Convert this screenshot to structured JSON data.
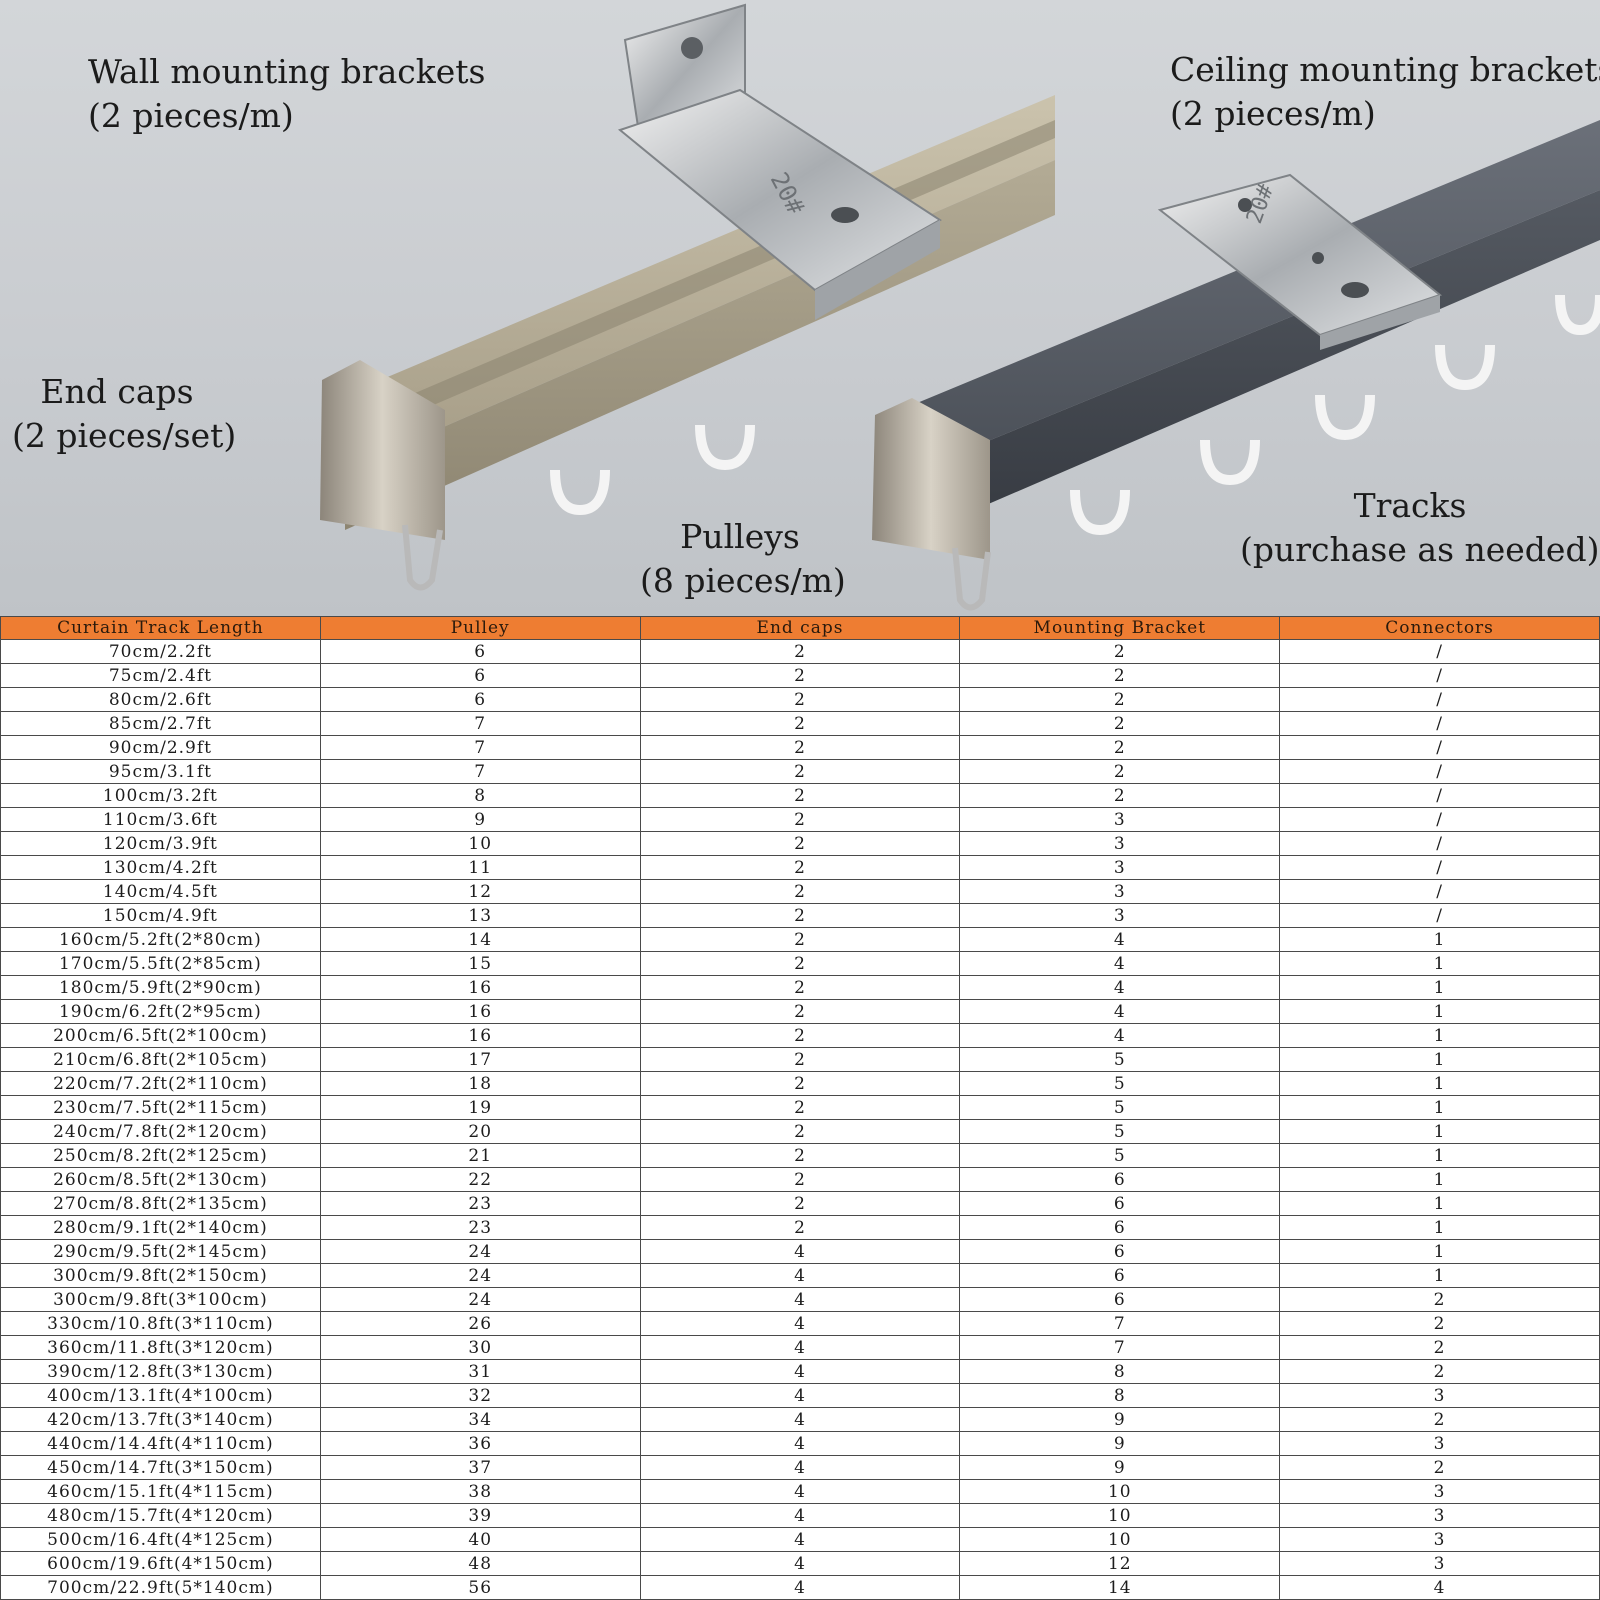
{
  "labels": {
    "wall": {
      "title": "Wall mounting brackets",
      "qty": "(2 pieces/m)"
    },
    "ceiling": {
      "title": "Ceiling mounting brackets",
      "qty": "(2 pieces/m)"
    },
    "endcaps": {
      "title": "End caps",
      "qty": "(2 pieces/set)"
    },
    "pulleys": {
      "title": "Pulleys",
      "qty": "(8 pieces/m)"
    },
    "tracks": {
      "title": "Tracks",
      "qty": "(purchase as needed)"
    }
  },
  "bracket_stamp": "20#",
  "colors": {
    "header_bg": "#ee7d32",
    "track_champagne": "#a59c86",
    "track_grey": "#4a4f57"
  },
  "table": {
    "headers": [
      "Curtain Track Length",
      "Pulley",
      "End caps",
      "Mounting Bracket",
      "Connectors"
    ],
    "rows": [
      [
        "70cm/2.2ft",
        "6",
        "2",
        "2",
        "/"
      ],
      [
        "75cm/2.4ft",
        "6",
        "2",
        "2",
        "/"
      ],
      [
        "80cm/2.6ft",
        "6",
        "2",
        "2",
        "/"
      ],
      [
        "85cm/2.7ft",
        "7",
        "2",
        "2",
        "/"
      ],
      [
        "90cm/2.9ft",
        "7",
        "2",
        "2",
        "/"
      ],
      [
        "95cm/3.1ft",
        "7",
        "2",
        "2",
        "/"
      ],
      [
        "100cm/3.2ft",
        "8",
        "2",
        "2",
        "/"
      ],
      [
        "110cm/3.6ft",
        "9",
        "2",
        "3",
        "/"
      ],
      [
        "120cm/3.9ft",
        "10",
        "2",
        "3",
        "/"
      ],
      [
        "130cm/4.2ft",
        "11",
        "2",
        "3",
        "/"
      ],
      [
        "140cm/4.5ft",
        "12",
        "2",
        "3",
        "/"
      ],
      [
        "150cm/4.9ft",
        "13",
        "2",
        "3",
        "/"
      ],
      [
        "160cm/5.2ft(2*80cm)",
        "14",
        "2",
        "4",
        "1"
      ],
      [
        "170cm/5.5ft(2*85cm)",
        "15",
        "2",
        "4",
        "1"
      ],
      [
        "180cm/5.9ft(2*90cm)",
        "16",
        "2",
        "4",
        "1"
      ],
      [
        "190cm/6.2ft(2*95cm)",
        "16",
        "2",
        "4",
        "1"
      ],
      [
        "200cm/6.5ft(2*100cm)",
        "16",
        "2",
        "4",
        "1"
      ],
      [
        "210cm/6.8ft(2*105cm)",
        "17",
        "2",
        "5",
        "1"
      ],
      [
        "220cm/7.2ft(2*110cm)",
        "18",
        "2",
        "5",
        "1"
      ],
      [
        "230cm/7.5ft(2*115cm)",
        "19",
        "2",
        "5",
        "1"
      ],
      [
        "240cm/7.8ft(2*120cm)",
        "20",
        "2",
        "5",
        "1"
      ],
      [
        "250cm/8.2ft(2*125cm)",
        "21",
        "2",
        "5",
        "1"
      ],
      [
        "260cm/8.5ft(2*130cm)",
        "22",
        "2",
        "6",
        "1"
      ],
      [
        "270cm/8.8ft(2*135cm)",
        "23",
        "2",
        "6",
        "1"
      ],
      [
        "280cm/9.1ft(2*140cm)",
        "23",
        "2",
        "6",
        "1"
      ],
      [
        "290cm/9.5ft(2*145cm)",
        "24",
        "4",
        "6",
        "1"
      ],
      [
        "300cm/9.8ft(2*150cm)",
        "24",
        "4",
        "6",
        "1"
      ],
      [
        "300cm/9.8ft(3*100cm)",
        "24",
        "4",
        "6",
        "2"
      ],
      [
        "330cm/10.8ft(3*110cm)",
        "26",
        "4",
        "7",
        "2"
      ],
      [
        "360cm/11.8ft(3*120cm)",
        "30",
        "4",
        "7",
        "2"
      ],
      [
        "390cm/12.8ft(3*130cm)",
        "31",
        "4",
        "8",
        "2"
      ],
      [
        "400cm/13.1ft(4*100cm)",
        "32",
        "4",
        "8",
        "3"
      ],
      [
        "420cm/13.7ft(3*140cm)",
        "34",
        "4",
        "9",
        "2"
      ],
      [
        "440cm/14.4ft(4*110cm)",
        "36",
        "4",
        "9",
        "3"
      ],
      [
        "450cm/14.7ft(3*150cm)",
        "37",
        "4",
        "9",
        "2"
      ],
      [
        "460cm/15.1ft(4*115cm)",
        "38",
        "4",
        "10",
        "3"
      ],
      [
        "480cm/15.7ft(4*120cm)",
        "39",
        "4",
        "10",
        "3"
      ],
      [
        "500cm/16.4ft(4*125cm)",
        "40",
        "4",
        "10",
        "3"
      ],
      [
        "600cm/19.6ft(4*150cm)",
        "48",
        "4",
        "12",
        "3"
      ],
      [
        "700cm/22.9ft(5*140cm)",
        "56",
        "4",
        "14",
        "4"
      ]
    ]
  }
}
